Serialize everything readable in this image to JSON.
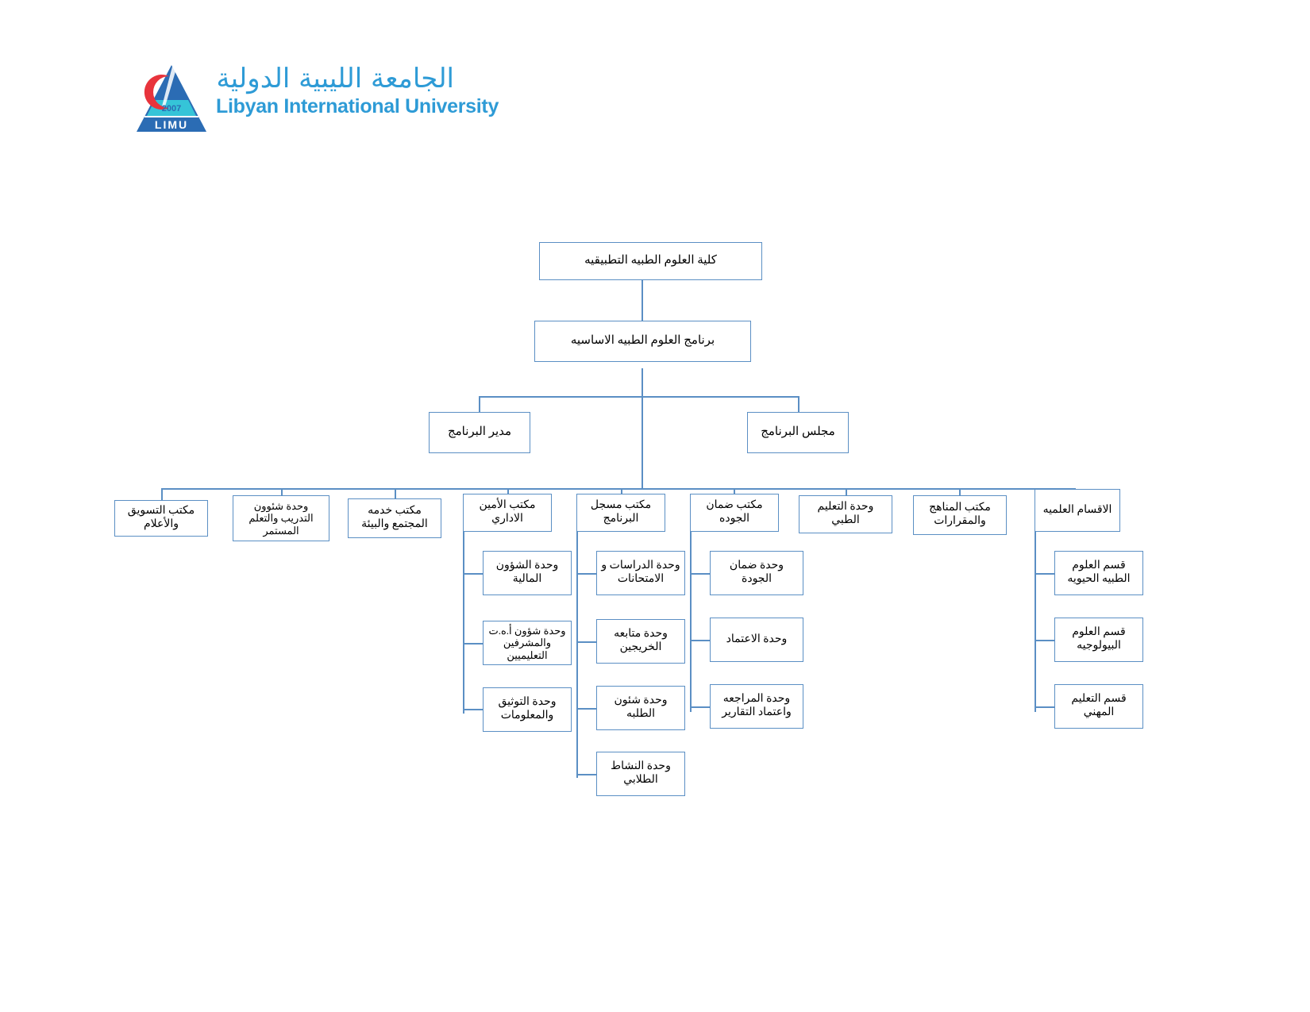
{
  "logo": {
    "arabic_name": "الجامعة الليبية الدولية",
    "english_name": "Libyan International University",
    "year": "2007",
    "acronym": "L I M U"
  },
  "chart_data": {
    "type": "diagram",
    "title": "كلية العلوم الطبيه التطبيقيه",
    "levels": {
      "level1": {
        "label": "كلية العلوم الطبيه التطبيقيه"
      },
      "level2": {
        "label": "برنامج العلوم الطبيه الاساسيه"
      },
      "level3": [
        {
          "label": "مدير البرنامج"
        },
        {
          "label": "مجلس البرنامج"
        }
      ],
      "level4": [
        {
          "label": "مكتب التسويق والأعلام"
        },
        {
          "label": "وحدة شئوون التدريب والتعلم المستمر"
        },
        {
          "label": "مكتب خدمه المجتمع والبيئة"
        },
        {
          "label": "مكتب الأمين الاداري"
        },
        {
          "label": "مكتب مسجل البرنامج"
        },
        {
          "label": "مكتب ضمان الجوده"
        },
        {
          "label": "وحدة التعليم الطبي"
        },
        {
          "label": "مكتب المناهج والمقرارات"
        },
        {
          "label": "الاقسام العلميه"
        }
      ]
    },
    "branches": {
      "admin_secretary_office": {
        "parent": "مكتب الأمين الاداري",
        "children": [
          {
            "label": "وحدة الشؤون المالية"
          },
          {
            "label": "وحدة شؤون أ.ه.ت والمشرفين التعليميين"
          },
          {
            "label": "وحدة التوثيق والمعلومات"
          }
        ]
      },
      "program_registrar_office": {
        "parent": "مكتب مسجل البرنامج",
        "children": [
          {
            "label": "وحدة الدراسات و الامتحانات"
          },
          {
            "label": "وحدة متابعه الخريجين"
          },
          {
            "label": "وحدة شئون الطلبه"
          },
          {
            "label": "وحدة النشاط الطلابي"
          }
        ]
      },
      "quality_assurance_office": {
        "parent": "مكتب ضمان الجوده",
        "children": [
          {
            "label": "وحدة ضمان الجودة"
          },
          {
            "label": "وحدة الاعتماد"
          },
          {
            "label": "وحدة المراجعه واعتماد التقارير"
          }
        ]
      },
      "scientific_departments": {
        "parent": "الاقسام العلميه",
        "children": [
          {
            "label": "قسم العلوم الطبيه الحيويه"
          },
          {
            "label": "قسم العلوم البيولوجيه"
          },
          {
            "label": "قسم التعليم المهني"
          }
        ]
      }
    },
    "colors": {
      "box_border": "#5B8FC4",
      "connector": "#5B8FC4",
      "logo_blue": "#2E9BD6",
      "logo_dark_blue": "#2B6CB4",
      "logo_red": "#E8343C",
      "text": "#000000",
      "background": "#FFFFFF"
    }
  }
}
